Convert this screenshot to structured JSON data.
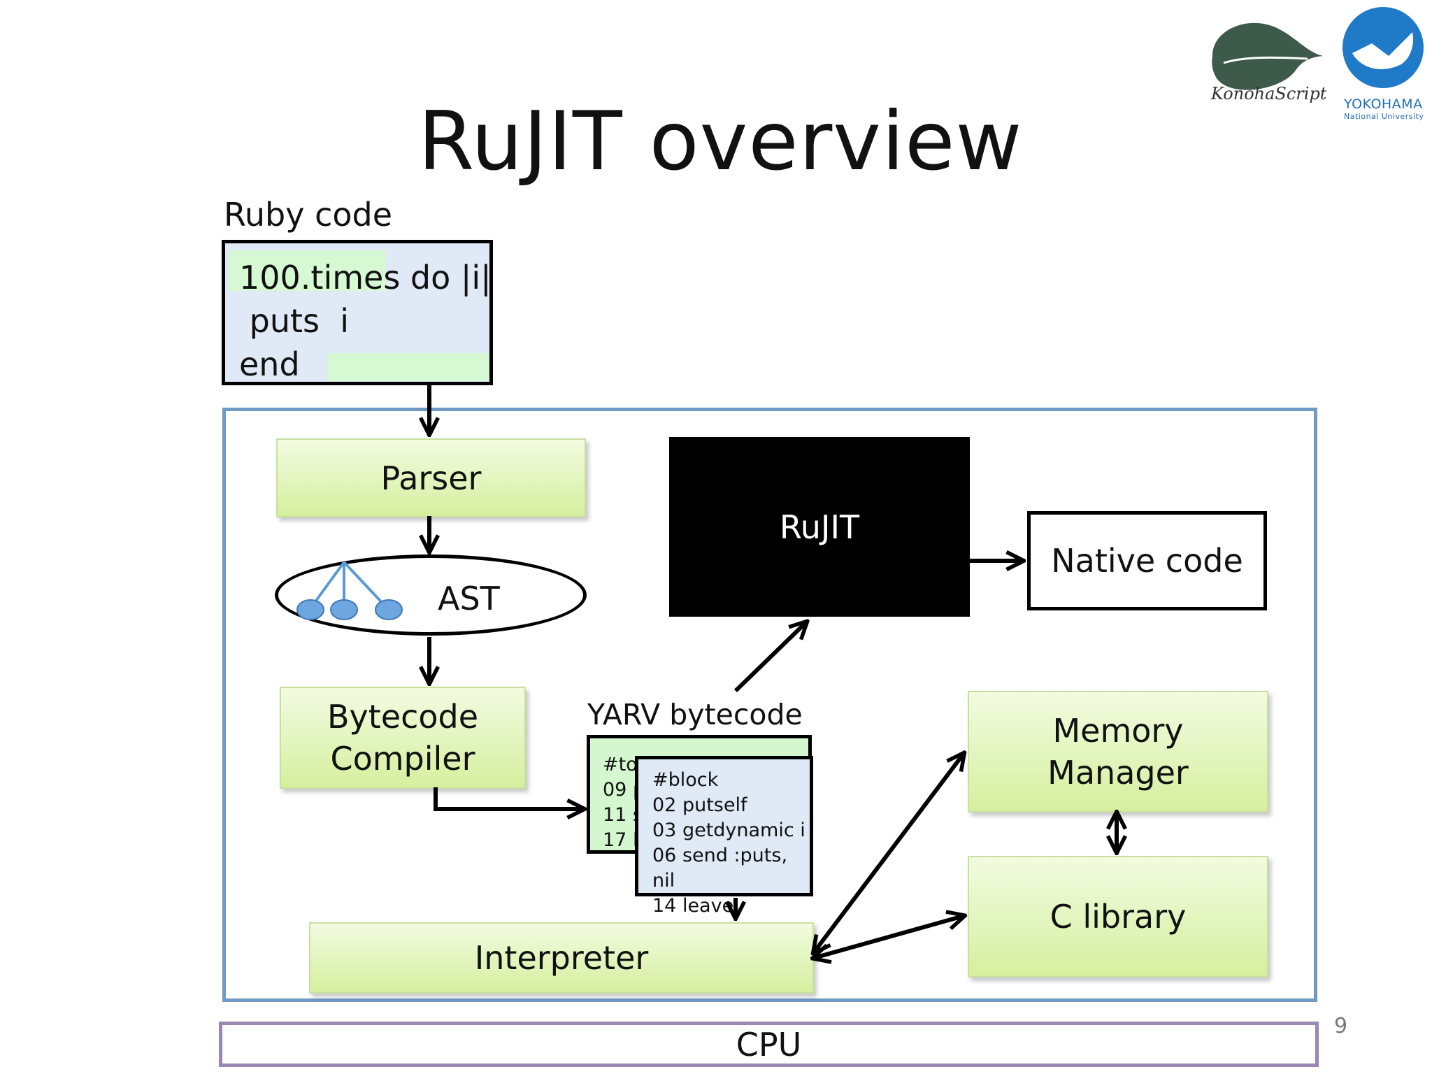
{
  "title": "RuJIT overview",
  "ruby_code": {
    "label": "Ruby code",
    "lines": [
      "100.times do |i|",
      " puts  i",
      "end"
    ]
  },
  "nodes": {
    "parser": "Parser",
    "ast": "AST",
    "bytecode_compiler": "Bytecode\nCompiler",
    "yarv_label": "YARV bytecode",
    "rujit": "RuJIT",
    "native_code": "Native code",
    "memory_manager": "Memory\nManager",
    "c_library": "C library",
    "interpreter": "Interpreter",
    "cpu": "CPU"
  },
  "yarv_top": {
    "lines": [
      "#to",
      "09 p",
      "11 s",
      "17 l"
    ]
  },
  "yarv_block": {
    "lines": [
      "#block",
      "02 putself",
      "03 getdynamic i",
      "06 send :puts, nil",
      "14 leave"
    ]
  },
  "logos": {
    "konoha": "KonohaScript",
    "ynu_name": "YOKOHAMA",
    "ynu_sub": "National University"
  },
  "page_number": "9",
  "colors": {
    "frame_blue": "#6e9ac4",
    "frame_purple": "#9b86b4",
    "component_green": "#e2f5bd",
    "code_blue": "#dfeaf6",
    "code_green": "#d5f7cf",
    "tree_blue": "#5b9bd5"
  }
}
